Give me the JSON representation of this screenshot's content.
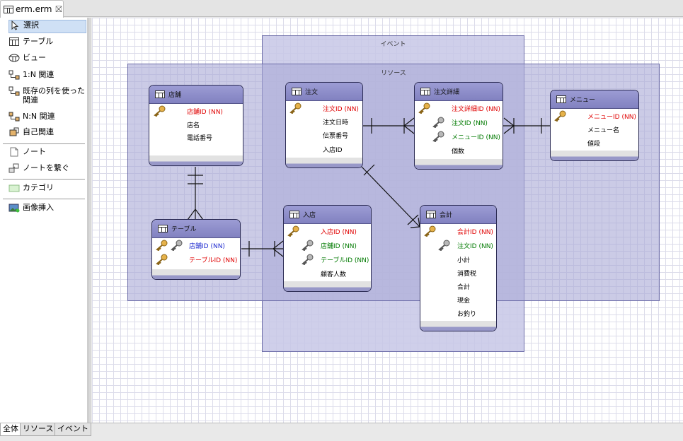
{
  "editor_tab": {
    "title": "erm.erm",
    "close": "⛝"
  },
  "palette": {
    "items": [
      {
        "label": "選択",
        "icon": "cursor-arrow-icon"
      },
      {
        "label": "テーブル",
        "icon": "table-icon"
      },
      {
        "label": "ビュー",
        "icon": "view-icon"
      },
      {
        "label": "1:N 関連",
        "icon": "relation-one-many-icon"
      },
      {
        "label": "既存の列を使った関連",
        "icon": "relation-existing-column-icon"
      },
      {
        "label": "N:N 関連",
        "icon": "relation-many-many-icon"
      },
      {
        "label": "自己関連",
        "icon": "self-relation-icon"
      },
      {
        "label": "ノート",
        "icon": "note-icon"
      },
      {
        "label": "ノートを繋ぐ",
        "icon": "note-connection-icon"
      },
      {
        "label": "カテゴリ",
        "icon": "category-icon"
      },
      {
        "label": "画像挿入",
        "icon": "insert-image-icon"
      }
    ]
  },
  "bottom_tabs": [
    "全体",
    "リソース",
    "イベント"
  ],
  "categories": {
    "event": {
      "label": "イベント",
      "color": "#c7c7e6"
    },
    "resource": {
      "label": "リソース",
      "color": "#a9a9d6"
    }
  },
  "entities": {
    "store": {
      "name": "店舗",
      "attrs": [
        "店舗ID (NN)",
        "店名",
        "電話番号"
      ]
    },
    "table": {
      "name": "テーブル",
      "attrs": [
        "店舗ID (NN)",
        "テーブルID (NN)"
      ]
    },
    "order": {
      "name": "注文",
      "attrs": [
        "注文ID (NN)",
        "注文日時",
        "伝票番号",
        "入店ID"
      ]
    },
    "order_detail": {
      "name": "注文詳細",
      "attrs": [
        "注文詳細ID (NN)",
        "注文ID (NN)",
        "メニューID (NN)",
        "個数"
      ]
    },
    "menu": {
      "name": "メニュー",
      "attrs": [
        "メニューID (NN)",
        "メニュー名",
        "値段"
      ]
    },
    "visit": {
      "name": "入店",
      "attrs": [
        "入店ID (NN)",
        "店舗ID (NN)",
        "テーブルID (NN)",
        "顧客人数"
      ]
    },
    "checkout": {
      "name": "会計",
      "attrs": [
        "会計ID (NN)",
        "注文ID (NN)",
        "小計",
        "消費税",
        "合計",
        "現金",
        "お釣り"
      ]
    }
  }
}
